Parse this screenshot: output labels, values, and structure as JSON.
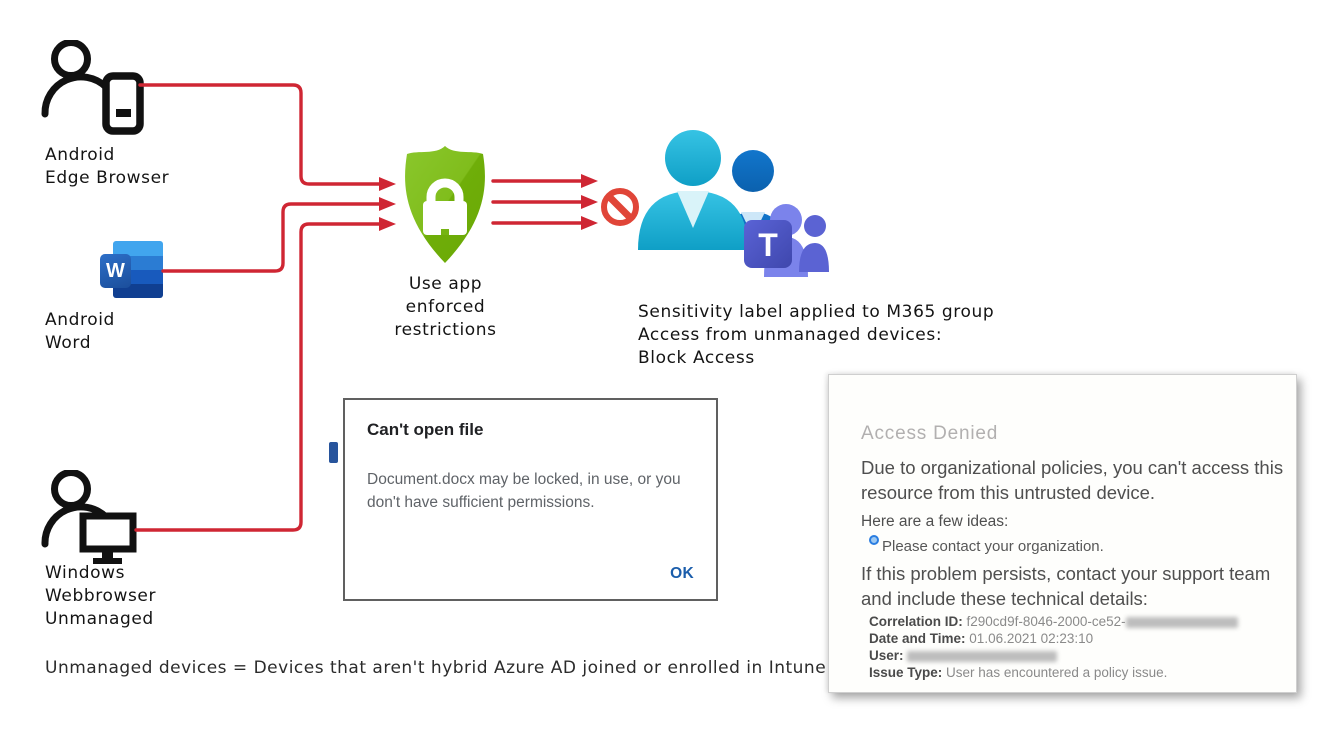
{
  "colors": {
    "arrow_red": "#cf2633",
    "shield_green": "#79b60e",
    "deny_red": "#e04538",
    "ok_blue": "#1a5dab"
  },
  "devices": {
    "android_edge": {
      "line1": "Android",
      "line2": "Edge Browser"
    },
    "android_word": {
      "line1": "Android",
      "line2": "Word"
    },
    "windows": {
      "line1": "Windows",
      "line2": "Webbrowser",
      "line3": "Unmanaged"
    }
  },
  "word_icon": {
    "letter": "W"
  },
  "shield": {
    "line1": "Use app",
    "line2": "enforced",
    "line3": "restrictions"
  },
  "group": {
    "caption1": "Sensitivity label applied to M365 group",
    "caption2": "Access from unmanaged devices:",
    "caption3": "Block Access",
    "teams_letter": "T"
  },
  "dialog": {
    "title": "Can't open file",
    "body": "Document.docx may be locked, in use, or you don't have sufficient permissions.",
    "ok": "OK"
  },
  "access_denied": {
    "title": "Access Denied",
    "message": "Due to organizational policies, you can't access this resource from this untrusted device.",
    "ideas_heading": "Here are a few ideas:",
    "idea": "Please contact your organization.",
    "persist": "If this problem persists, contact your support team and include these technical details:",
    "correlation_label": "Correlation ID:",
    "correlation_value": "f290cd9f-8046-2000-ce52-",
    "datetime_label": "Date and Time:",
    "datetime_value": "01.06.2021 02:23:10",
    "user_label": "User:",
    "issue_label": "Issue Type:",
    "issue_value": "User has encountered a policy issue."
  },
  "footnote": "Unmanaged devices = Devices that aren't hybrid Azure AD joined or enrolled in Intune"
}
